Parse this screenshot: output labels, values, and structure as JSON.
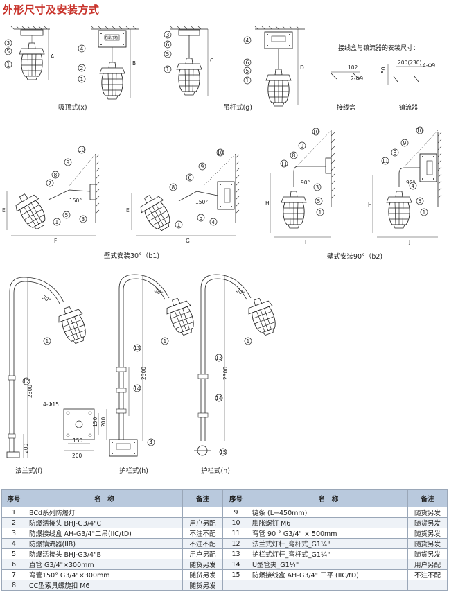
{
  "page_title": "外形尺寸及安装方式",
  "figures": {
    "ceiling_caption": "吸顶式(x)",
    "pendant_caption": "吊杆式(g)",
    "install_dims_title": "接线盒与镇流器的安装尺寸：",
    "junction_box_caption": "接线盒",
    "ballast_caption": "镇流器",
    "wall30_caption": "壁式安装30°（b1)",
    "wall90_caption": "壁式安装90°（b2)",
    "flange_caption": "法兰式(f)",
    "rail_caption_1": "护栏式(h)",
    "rail_caption_2": "护栏式(h)",
    "dim_A": "A",
    "dim_B": "B",
    "dim_C": "C",
    "dim_D": "D",
    "dim_E": "E",
    "dim_F": "F",
    "dim_G": "G",
    "dim_H": "H",
    "dim_I": "I",
    "dim_J": "J",
    "dim_102": "102",
    "dim_2phi9": "2-Φ9",
    "dim_50": "50",
    "dim_200_230": "200(230)",
    "dim_4phi9": "4-Φ9",
    "angle_150": "150°",
    "angle_90": "90°",
    "angle_30": "30°",
    "dim_2300": "2300",
    "dim_4phi15": "4-Φ15",
    "dim_150": "150",
    "dim_200": "200",
    "box_text": "防爆灯箱"
  },
  "table": {
    "headers": [
      "序号",
      "名　称",
      "备注",
      "序号",
      "名　称",
      "备注"
    ],
    "rows": [
      [
        "1",
        "BCd系列防爆灯",
        "",
        "9",
        "链条 (L=450mm)",
        "随货另发"
      ],
      [
        "2",
        "防爆活接头 BHJ-G3/4\"C",
        "用户另配",
        "10",
        "膨胀螺钉  M6",
        "随货另发"
      ],
      [
        "3",
        "防爆接线盒 AH-G3/4\"二吊(IIC/tD)",
        "不注不配",
        "11",
        "弯管 90 °   G3/4\" × 500mm",
        "随货另发"
      ],
      [
        "4",
        "防爆镇流器(IIB)",
        "不注不配",
        "12",
        "法兰式灯杆_弯杆式_G1¼\"",
        "随货另发"
      ],
      [
        "5",
        "防爆活接头 BHJ-G3/4\"B",
        "用户另配",
        "13",
        "护栏式灯杆_弯杆式_G1¼\"",
        "随货另发"
      ],
      [
        "6",
        "直管 G3/4\"×300mm",
        "随货另发",
        "14",
        "U型管夹_G1¼\"",
        "用户另配"
      ],
      [
        "7",
        "弯管150°  G3/4\"×300mm",
        "随货另发",
        "15",
        "防爆接线盒 AH-G3/4\" 三平 (IIC/tD)",
        "不注不配"
      ],
      [
        "8",
        "CC型索具螺旋扣 M6",
        "随货另发",
        "",
        "",
        ""
      ]
    ]
  }
}
